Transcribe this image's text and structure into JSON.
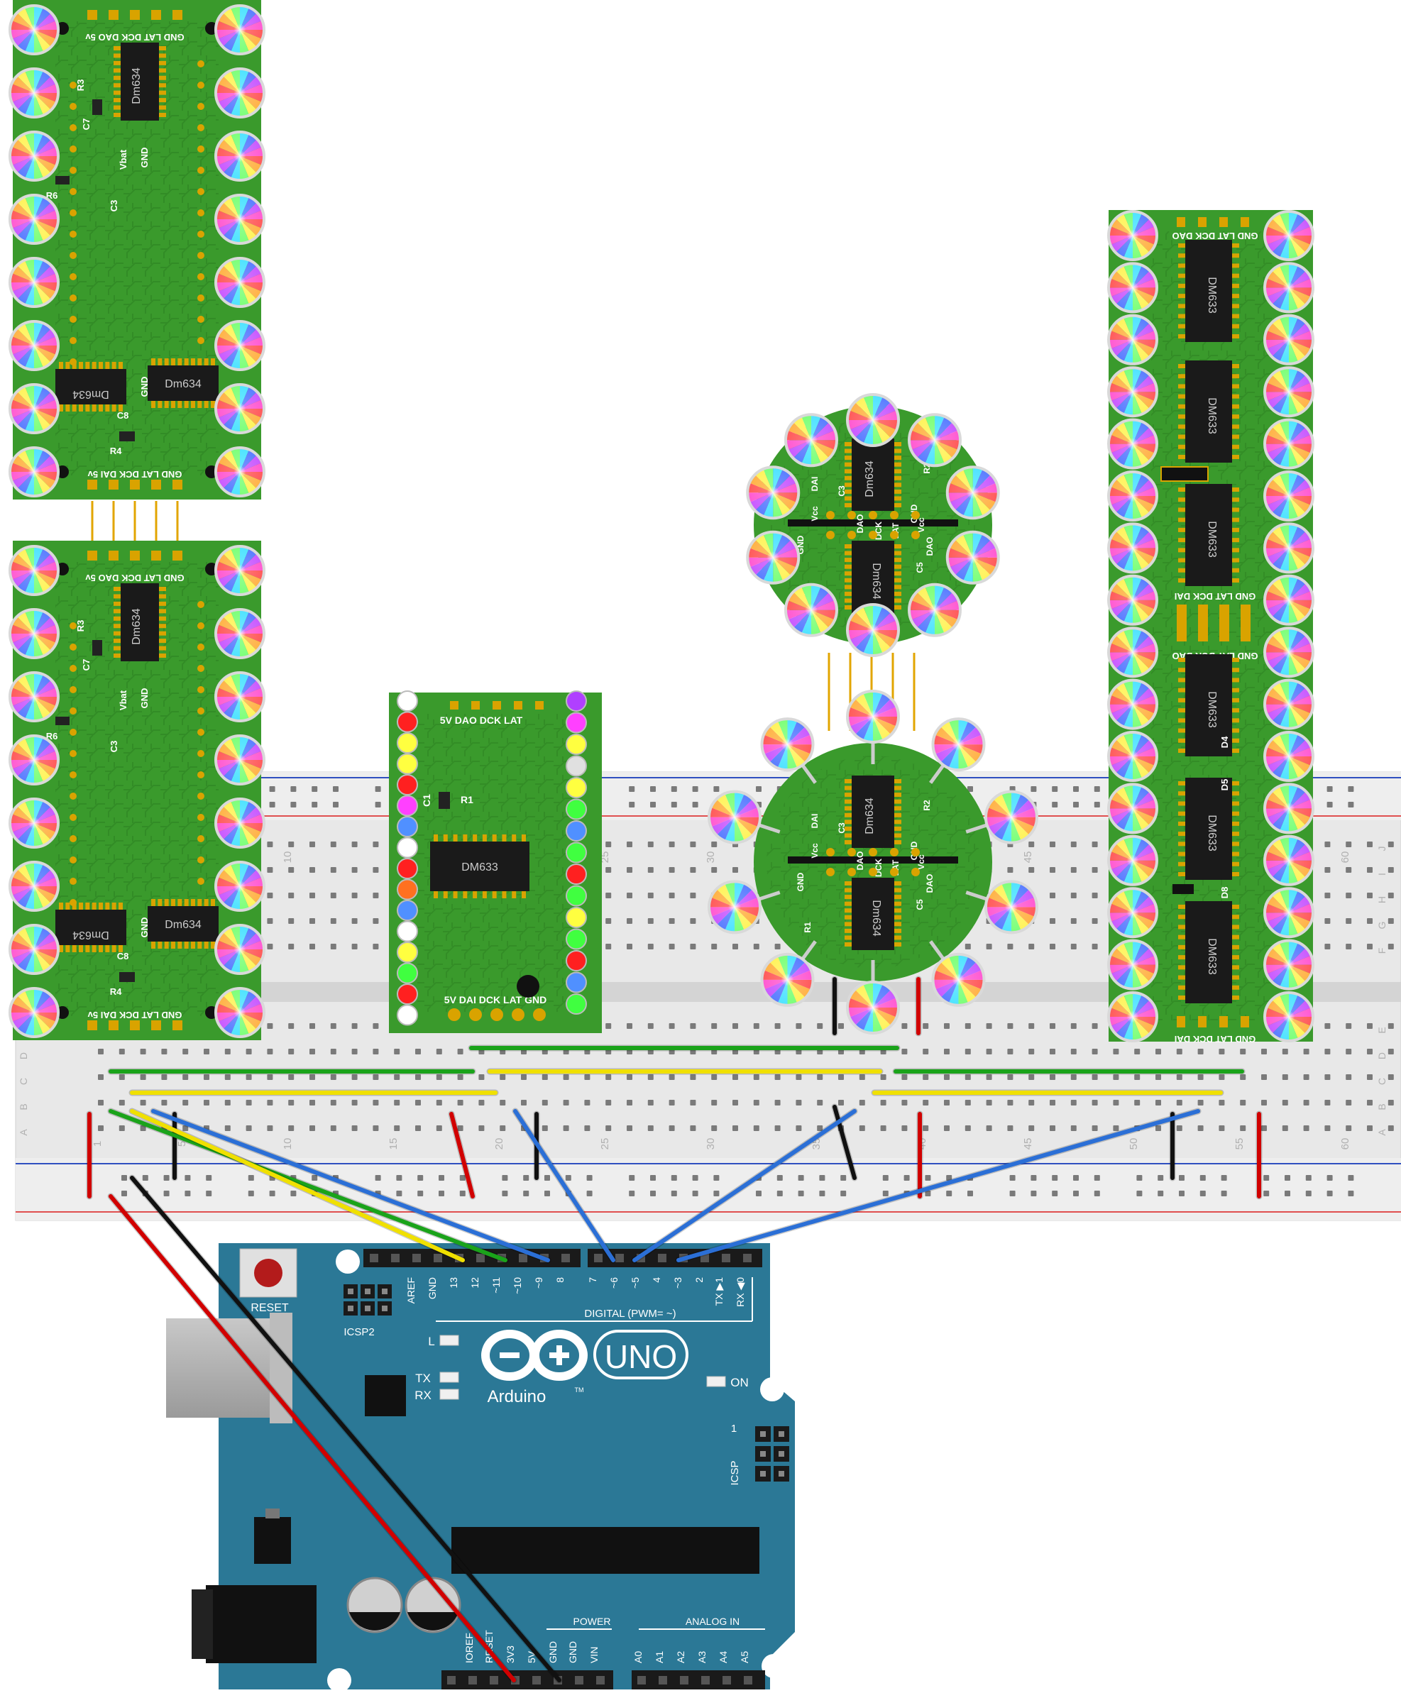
{
  "colors": {
    "pcb_green": "#3a9a2c",
    "pcb_trace": "#2f8423",
    "ic_black": "#1a1a1a",
    "gold": "#d9a300",
    "arduino_blue": "#2b7896",
    "breadboard": "#e6e6e6",
    "wire_red": "#d10000",
    "wire_black": "#111111",
    "wire_green": "#1aa31a",
    "wire_yellow": "#f0e000",
    "wire_blue": "#2b6fd6",
    "rail_red": "#e05050",
    "rail_blue": "#3050c0"
  },
  "board_a": {
    "header_top": "GND LAT DCK DAO 5v",
    "header_bottom": "GND LAT DCK DAI 5v",
    "chip_top": "Dm634",
    "chip_left": "Dm634",
    "chip_right": "Dm634",
    "labels": [
      "R3",
      "C7",
      "Vbat",
      "GND",
      "R6",
      "C3",
      "GND",
      "C8",
      "R4"
    ]
  },
  "board_b": {
    "header_top": "5V DAO DCK LAT",
    "header_bottom": "5V DAI DCK LAT GND",
    "chip": "DM633",
    "labels": [
      "C1",
      "R1"
    ]
  },
  "ring": {
    "chip": "Dm634",
    "labels": [
      "DAI",
      "C3",
      "Vcc",
      "GND",
      "R1",
      "R2",
      "DAO",
      "DCK",
      "LAT",
      "GND",
      "Vcc",
      "DAO",
      "C5"
    ]
  },
  "strip": {
    "header_top": "GND LAT DCK DAO",
    "header_mid_a": "GND LAT DCK DAI",
    "header_mid_b": "GND LAT DCK DAO",
    "header_bottom": "GND LAT DCK DAI",
    "chip": "DM633",
    "labels": [
      "D4",
      "D5",
      "D8"
    ]
  },
  "breadboard": {
    "col_numbers": [
      "1",
      "5",
      "10",
      "15",
      "20",
      "25",
      "30",
      "35",
      "40",
      "45",
      "50",
      "55",
      "60"
    ],
    "row_letters_top": [
      "J",
      "I",
      "H",
      "G",
      "F"
    ],
    "row_letters_bottom": [
      "E",
      "D",
      "C",
      "B",
      "A"
    ]
  },
  "arduino": {
    "reset": "RESET",
    "icsp2": "ICSP2",
    "icsp": "ICSP",
    "icsp_pin1": "1",
    "brand": "Arduino",
    "model": "UNO",
    "tm": "TM",
    "digital_label": "DIGITAL (PWM= ~)",
    "led_l": "L",
    "led_tx": "TX",
    "led_rx": "RX",
    "on": "ON",
    "power": "POWER",
    "analog_in": "ANALOG IN",
    "digital_pins": [
      "AREF",
      "GND",
      "13",
      "12",
      "~11",
      "~10",
      "~9",
      "8",
      "7",
      "~6",
      "~5",
      "4",
      "~3",
      "2",
      "TX ▶1",
      "RX ◀0"
    ],
    "power_pins": [
      "IOREF",
      "RESET",
      "3V3",
      "5V",
      "GND",
      "GND",
      "VIN"
    ],
    "analog_pins": [
      "A0",
      "A1",
      "A2",
      "A3",
      "A4",
      "A5"
    ]
  }
}
